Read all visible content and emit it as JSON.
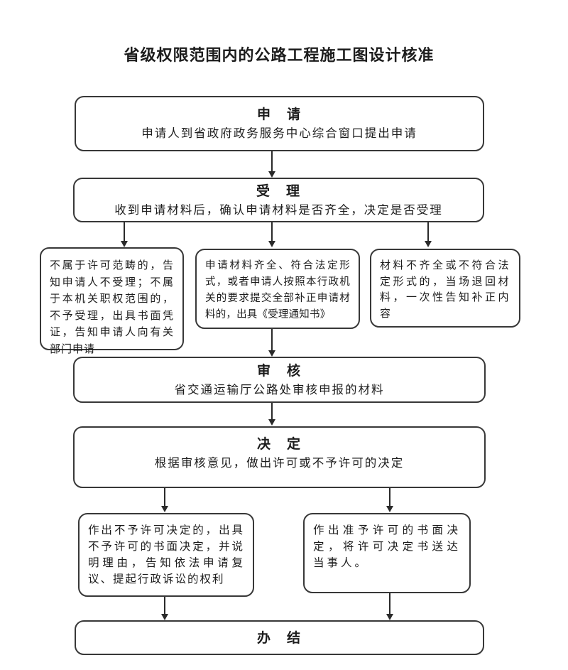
{
  "title": "省级权限范围内的公路工程施工图设计核准",
  "flow": {
    "apply": {
      "heading": "申　请",
      "body": "申请人到省政府政务服务中心综合窗口提出申请"
    },
    "accept": {
      "heading": "受　理",
      "body": "收到申请材料后，确认申请材料是否齐全，决定是否受理"
    },
    "branch_reject": {
      "body": "不属于许可范畴的，告知申请人不受理；不属于本机关职权范围的，不予受理，出具书面凭证，告知申请人向有关部门申请"
    },
    "branch_notice": {
      "body": "申请材料齐全、符合法定形式，或者申请人按照本行政机关的要求提交全部补正申请材料的，出具《受理通知书》"
    },
    "branch_return": {
      "body": "材料不齐全或不符合法定形式的，当场退回材料，一次性告知补正内容"
    },
    "review": {
      "heading": "审　核",
      "body": "省交通运输厅公路处审核申报的材料"
    },
    "decide": {
      "heading": "决　定",
      "body": "根据审核意见，做出许可或不予许可的决定"
    },
    "deny": {
      "body": "作出不予许可决定的，出具不予许可的书面决定，并说明理由，告知依法申请复议、提起行政诉讼的权利"
    },
    "grant": {
      "body": "作出准予许可的书面决定，将许可决定书送达当事人。"
    },
    "finish": {
      "heading": "办　结"
    }
  },
  "colors": {
    "box_border": "#383838",
    "arrow": "#2a2a2a",
    "text": "#1c1c1c",
    "background": "#ffffff"
  }
}
